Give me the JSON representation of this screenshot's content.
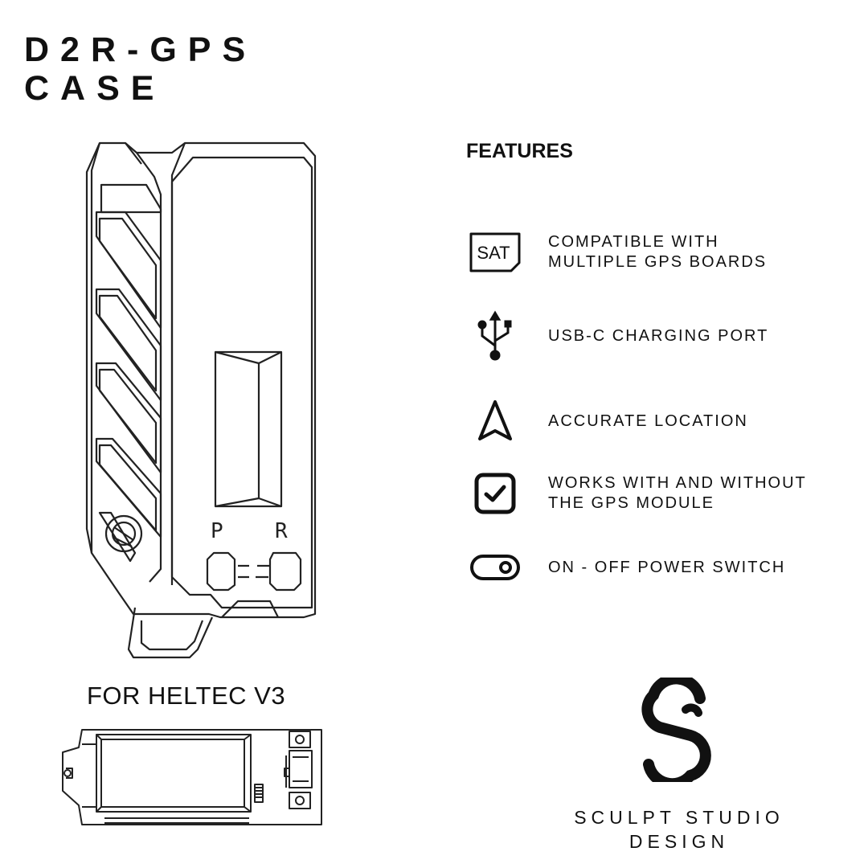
{
  "title": {
    "line1": "D2R-GPS",
    "line2": "CASE"
  },
  "features": {
    "heading": "FEATURES",
    "items": [
      {
        "icon": "sat-badge-icon",
        "icon_text": "SAT",
        "label": "COMPATIBLE WITH\nMULTIPLE GPS BOARDS"
      },
      {
        "icon": "usb-icon",
        "label": "USB-C CHARGING PORT"
      },
      {
        "icon": "navigation-arrow-icon",
        "label": "ACCURATE LOCATION"
      },
      {
        "icon": "checkbox-checked-icon",
        "label": "WORKS WITH AND WITHOUT\nTHE GPS MODULE"
      },
      {
        "icon": "toggle-switch-icon",
        "label": "ON - OFF POWER SWITCH"
      }
    ]
  },
  "board": {
    "caption": "FOR HELTEC V3"
  },
  "case_drawing": {
    "button_labels": [
      "P",
      "R"
    ]
  },
  "brand": {
    "logo_icon": "sculpt-studio-logo-icon",
    "line1": "SCULPT STUDIO",
    "line2": "DESIGN"
  },
  "colors": {
    "ink": "#111111",
    "background": "#ffffff"
  }
}
